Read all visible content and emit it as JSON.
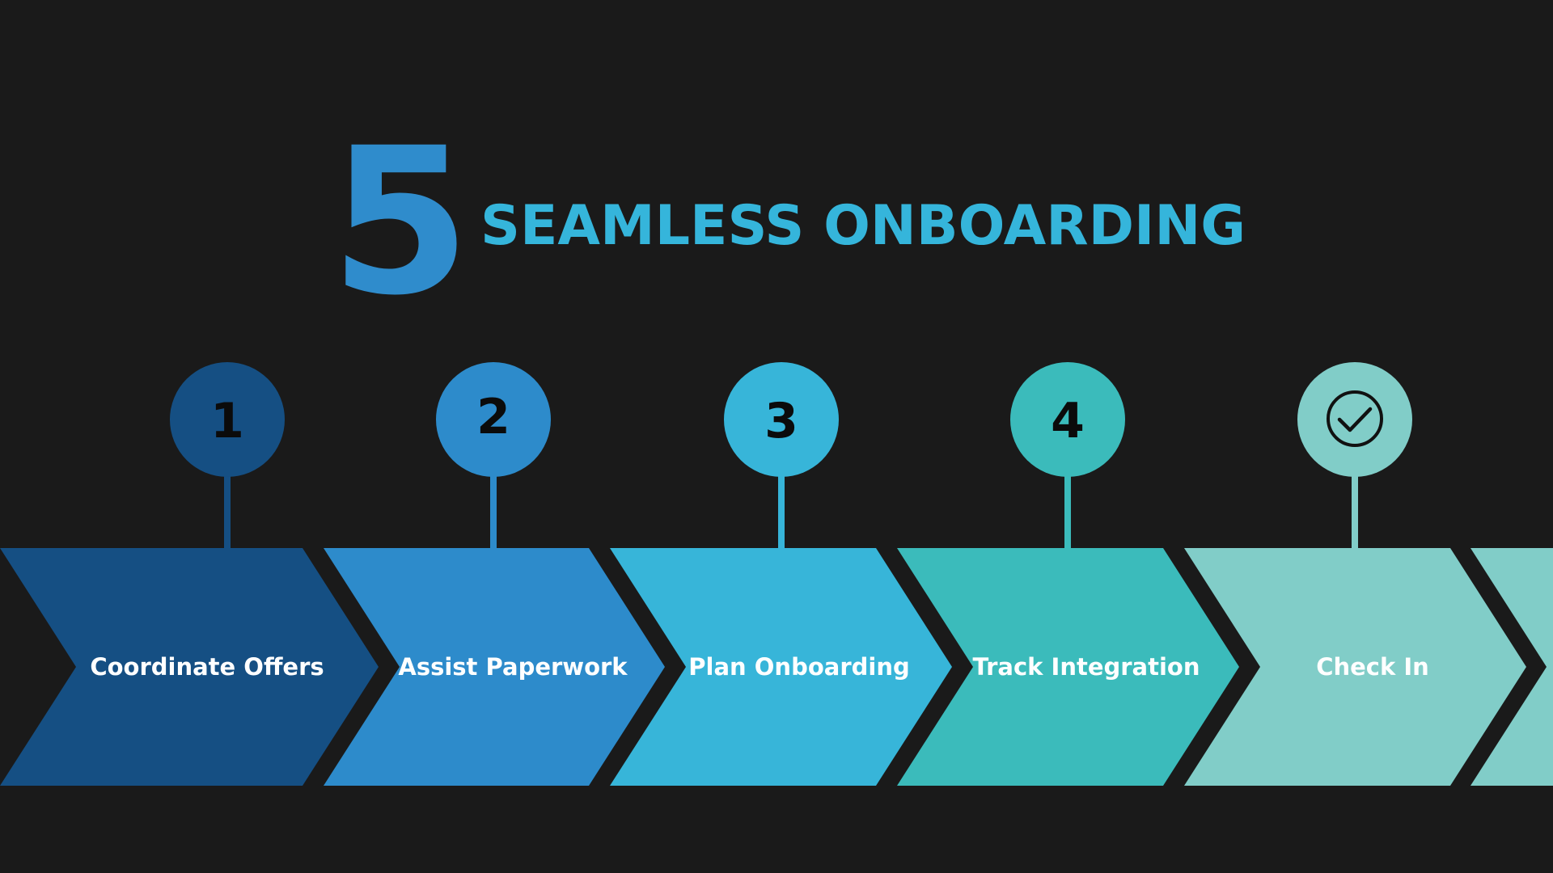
{
  "header": {
    "step_number": "5",
    "title": "SEAMLESS ONBOARDING"
  },
  "steps": [
    {
      "marker": "1",
      "label": "Coordinate Offers",
      "color": "#154f83"
    },
    {
      "marker": "2",
      "label": "Assist Paperwork",
      "color": "#2d8bcb"
    },
    {
      "marker": "3",
      "label": "Plan Onboarding",
      "color": "#37b5d9"
    },
    {
      "marker": "4",
      "label": "Track Integration",
      "color": "#3bbbbb"
    },
    {
      "marker": "",
      "icon": "checkmark-circle-icon",
      "label": "Check In",
      "color": "#81cdc8"
    }
  ],
  "tail_color": "#81cdc8",
  "background": "#1a1a1a"
}
